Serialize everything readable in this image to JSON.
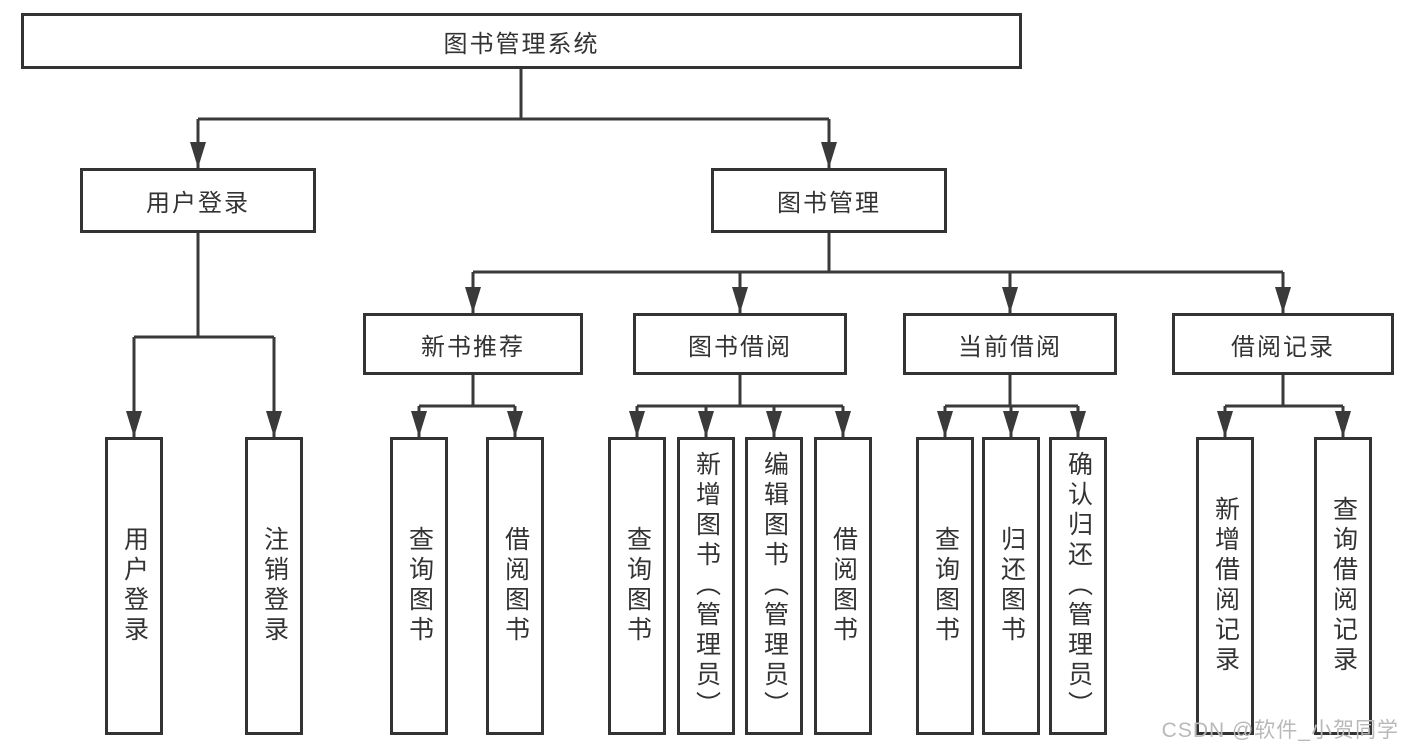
{
  "colors": {
    "line": "#3a3a3a",
    "box_border": "#333333",
    "text": "#333333",
    "background": "#ffffff",
    "watermark": "#b9b9b9"
  },
  "watermark": {
    "text": "CSDN @软件_小贺同学"
  },
  "diagram": {
    "root": {
      "label": "图书管理系统"
    },
    "level2": [
      {
        "label": "用户登录"
      },
      {
        "label": "图书管理"
      }
    ],
    "level3": [
      {
        "label": "新书推荐"
      },
      {
        "label": "图书借阅"
      },
      {
        "label": "当前借阅"
      },
      {
        "label": "借阅记录"
      }
    ],
    "leaf_groups": [
      {
        "parent": "用户登录",
        "items": [
          {
            "label": "用户登录"
          },
          {
            "label": "注销登录"
          }
        ]
      },
      {
        "parent": "新书推荐",
        "items": [
          {
            "label": "查询图书"
          },
          {
            "label": "借阅图书"
          }
        ]
      },
      {
        "parent": "图书借阅",
        "items": [
          {
            "label": "查询图书"
          },
          {
            "label": "新增图书（管理员）"
          },
          {
            "label": "编辑图书（管理员）"
          },
          {
            "label": "借阅图书"
          }
        ]
      },
      {
        "parent": "当前借阅",
        "items": [
          {
            "label": "查询图书"
          },
          {
            "label": "归还图书"
          },
          {
            "label": "确认归还（管理员）"
          }
        ]
      },
      {
        "parent": "借阅记录",
        "items": [
          {
            "label": "新增借阅记录"
          },
          {
            "label": "查询借阅记录"
          }
        ]
      }
    ]
  }
}
